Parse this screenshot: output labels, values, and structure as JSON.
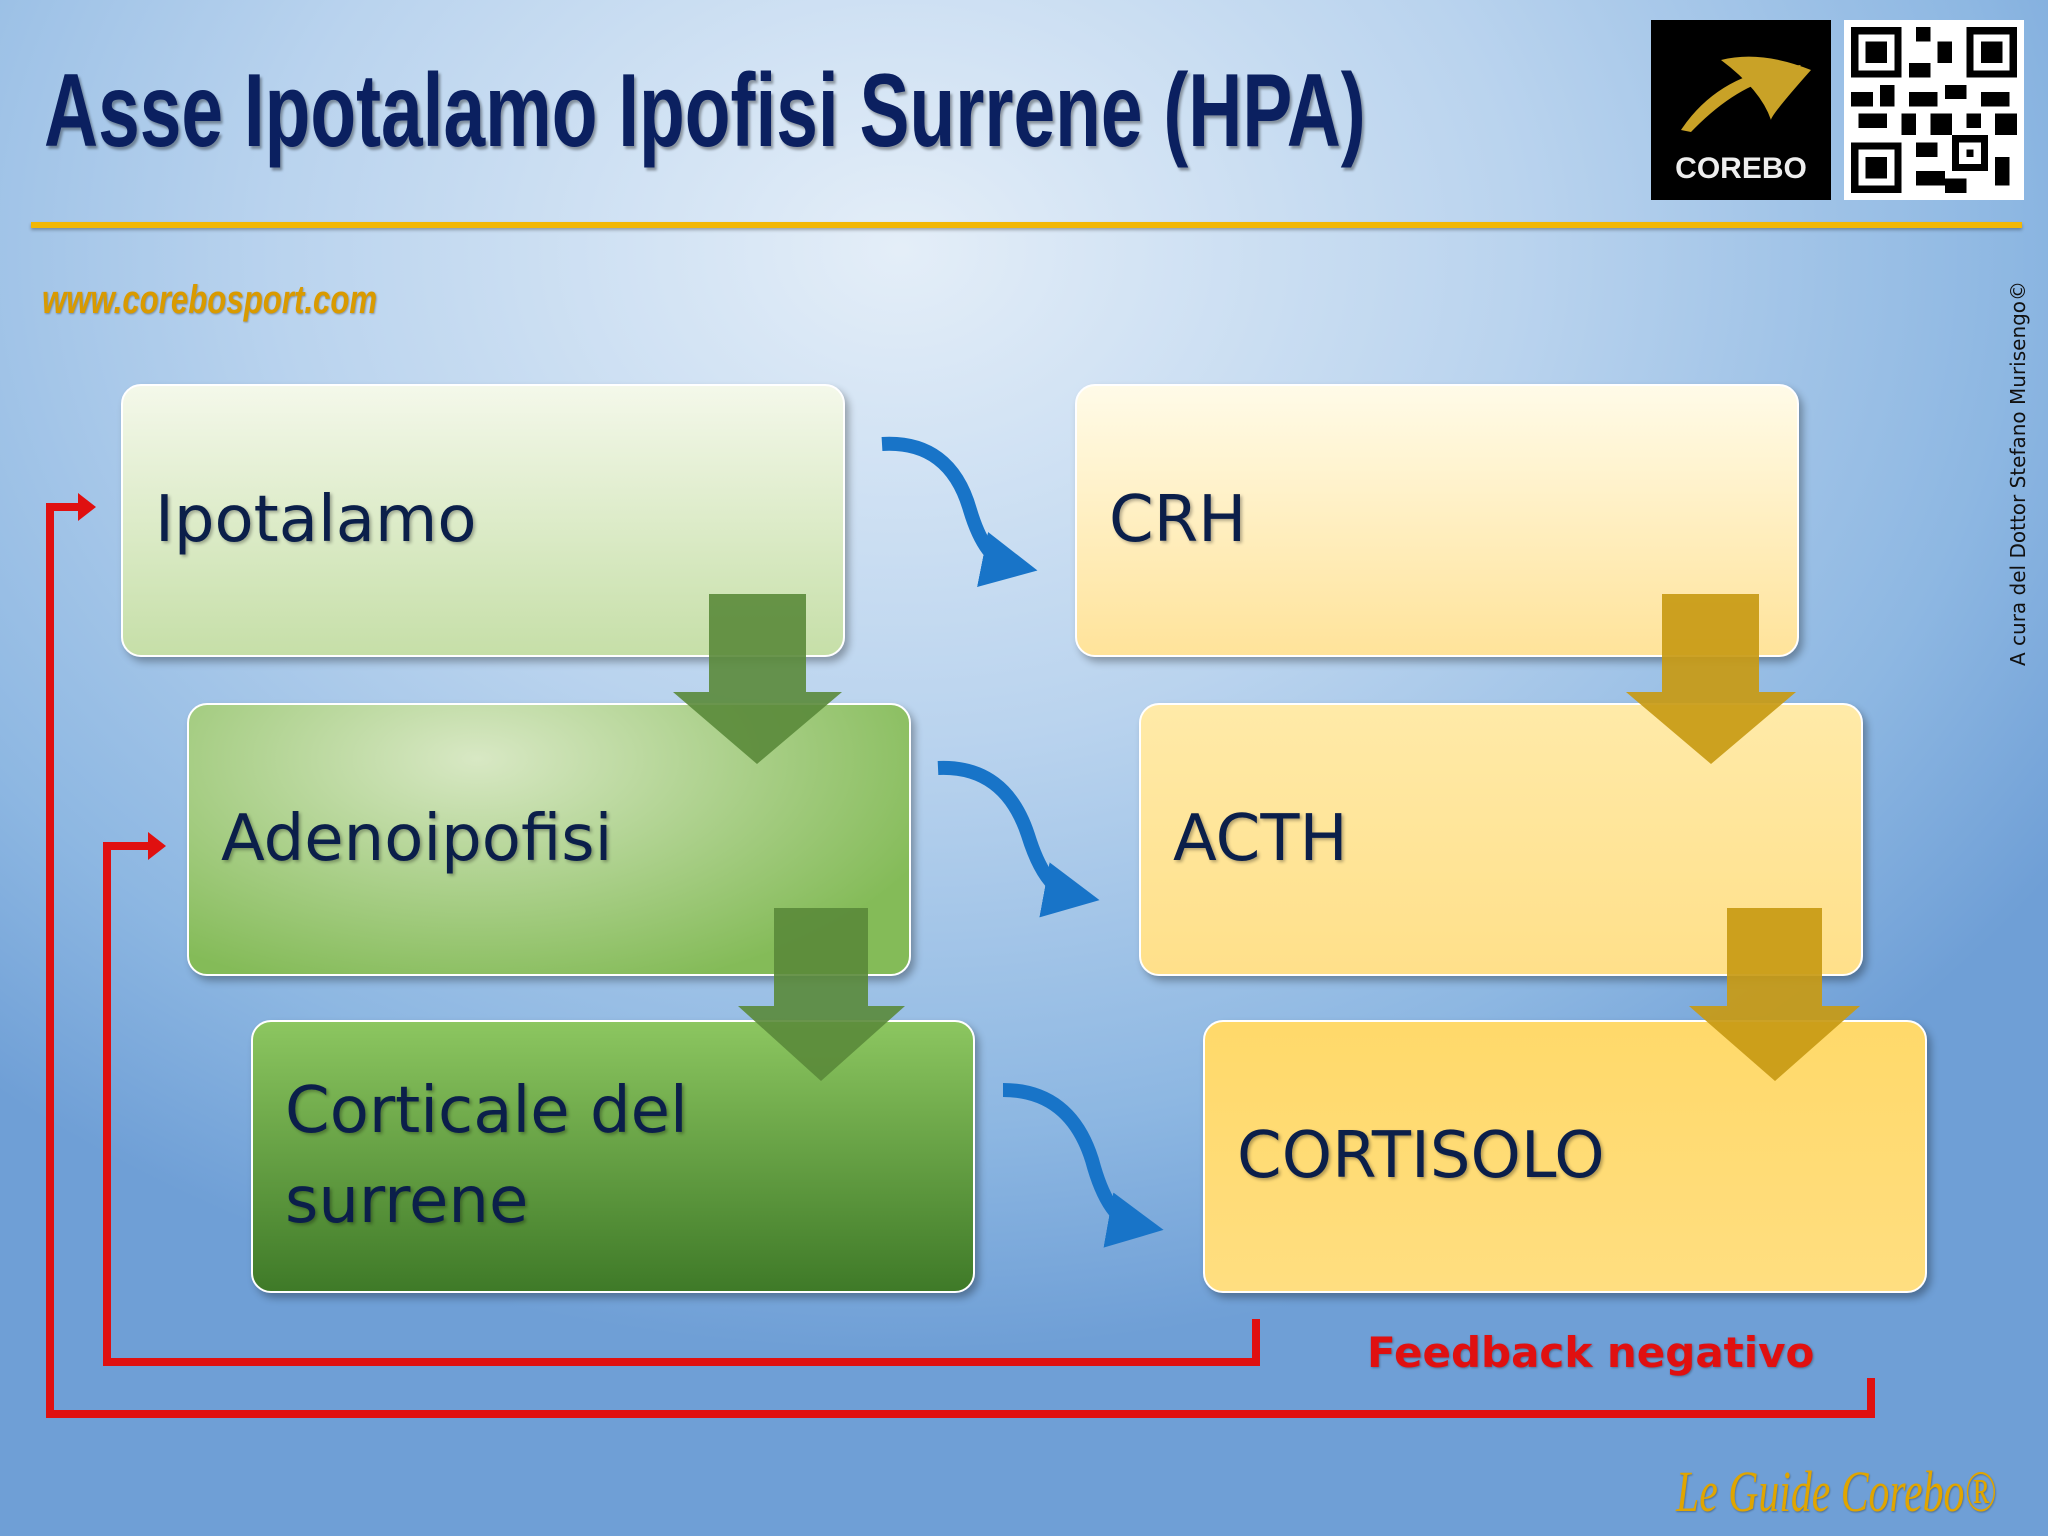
{
  "header": {
    "title": "Asse Ipotalamo Ipofisi Surrene (HPA)",
    "logo_text": "COREBO",
    "website": "www.corebosport.com"
  },
  "credit": "A cura del Dottor Stefano Murisengo©",
  "left_column": [
    {
      "label": "Ipotalamo"
    },
    {
      "label": "Adenoipofisi"
    },
    {
      "label": "Corticale del surrene"
    }
  ],
  "right_column": [
    {
      "label": "CRH"
    },
    {
      "label": "ACTH"
    },
    {
      "label": "CORTISOLO"
    }
  ],
  "feedback_label": "Feedback negativo",
  "footer": "Le Guide Corebo®",
  "colors": {
    "title": "#0b2060",
    "accent_gold": "#f2b705",
    "feedback_red": "#e01010",
    "arrow_blue": "#1874c8",
    "arrow_green": "#5a8a3a",
    "arrow_gold": "#c89a14"
  }
}
